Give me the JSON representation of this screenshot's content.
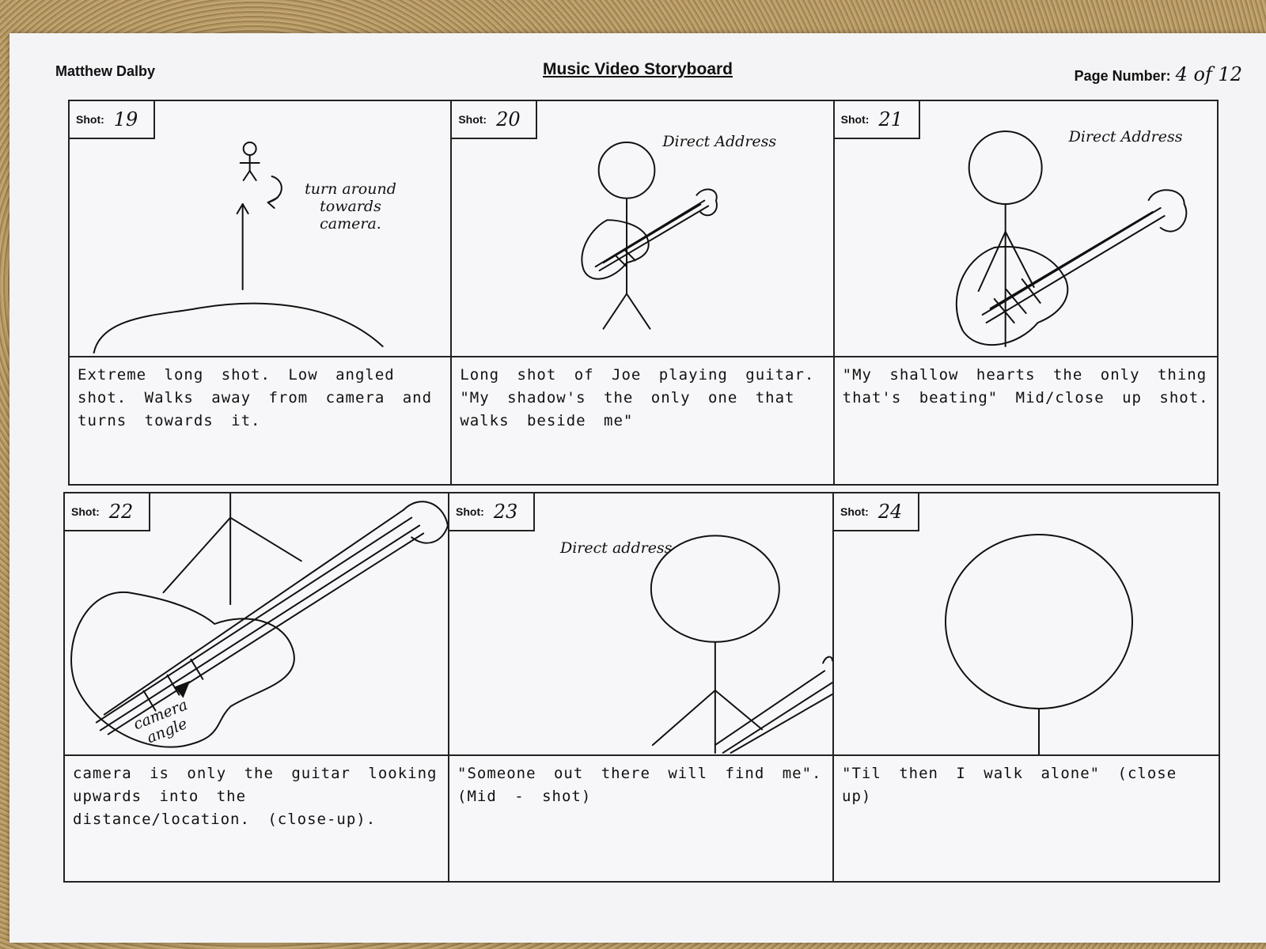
{
  "header": {
    "author": "Matthew Dalby",
    "title": "Music Video Storyboard",
    "page_label": "Page Number:",
    "page_value": "4 of 12"
  },
  "shot_label": "Shot:",
  "panels": [
    {
      "shot": "19",
      "notes": [
        "turn around towards camera."
      ],
      "description": "Extreme long shot. Low angled shot. Walks away from camera and turns towards it."
    },
    {
      "shot": "20",
      "notes": [
        "Direct Address"
      ],
      "description": "Long shot of Joe playing guitar. \"My shadow's the only one that walks beside me\""
    },
    {
      "shot": "21",
      "notes": [
        "Direct Address"
      ],
      "description": "\"My shallow hearts the only thing that's beating\" Mid/close up shot."
    },
    {
      "shot": "22",
      "notes": [
        "camera angle"
      ],
      "description": "camera is only the guitar looking upwards into the distance/location. (close-up)."
    },
    {
      "shot": "23",
      "notes": [
        "Direct address"
      ],
      "description": "\"Someone out there will find me\". (Mid - shot)"
    },
    {
      "shot": "24",
      "notes": [],
      "description": "\"Til then I walk alone\" (close up)"
    }
  ]
}
